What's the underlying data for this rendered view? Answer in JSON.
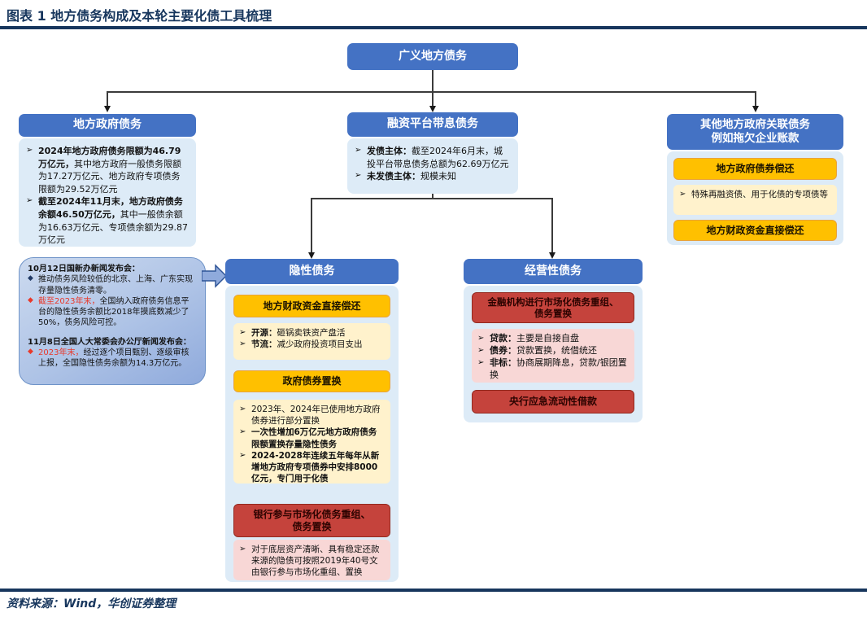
{
  "colors": {
    "navy": "#17365D",
    "header_blue": "#4472C4",
    "panel_blue": "#DDEBF7",
    "orange": "#FFC000",
    "light_yellow": "#FFF2CC",
    "red_box": "#C5433C",
    "pink": "#F8D7D6",
    "news_blue": "#8FAADC",
    "highlight_red": "#E8392B"
  },
  "figure": {
    "title": "图表 1  地方债务构成及本轮主要化债工具梳理",
    "source": "资料来源：Wind，华创证券整理"
  },
  "root": {
    "label": "广义地方债务"
  },
  "left": {
    "header": "地方政府债务",
    "bullets": [
      {
        "bold": "2024年地方政府债务限额为46.79万亿元，",
        "rest": "其中地方政府一般债务限额为17.27万亿元、地方政府专项债务限额为29.52万亿元"
      },
      {
        "bold": "截至2024年11月末，地方政府债务余额46.50万亿元，",
        "rest": "其中一般债余额为16.63万亿元、专项债余额为29.87万亿元"
      }
    ],
    "news": {
      "heading1": "10月12日国新办新闻发布会：",
      "item1": "推动债务风险较低的北京、上海、广东实现存量隐性债务清零。",
      "item2_red": "截至2023年末，",
      "item2_rest": "全国纳入政府债务信息平台的隐性债务余额比2018年摸底数减少了50%，债务风险可控。",
      "heading2": "11月8日全国人大常委会办公厅新闻发布会：",
      "item3_red": "2023年末，",
      "item3_rest": "经过逐个项目甄别、逐级审核上报，全国隐性债务余额为14.3万亿元。"
    }
  },
  "platform": {
    "header": "融资平台带息债务",
    "bullets": [
      {
        "bold": "发债主体：",
        "rest": "截至2024年6月末，城投平台带息债务总额为62.69万亿元"
      },
      {
        "bold": "未发债主体：",
        "rest": "规模未知"
      }
    ]
  },
  "hidden": {
    "header": "隐性债务",
    "box1_title": "地方财政资金直接偿还",
    "box1_bullets": [
      {
        "bold": "开源：",
        "rest": "砸锅卖铁资产盘活"
      },
      {
        "bold": "节流：",
        "rest": "减少政府投资项目支出"
      }
    ],
    "box2_title": "政府债券置换",
    "box2_bullets": [
      {
        "bold": "",
        "rest": "2023年、2024年已使用地方政府债券进行部分置换"
      },
      {
        "bold": "一次性增加6万亿元地方政府债务限额置换存量隐性债务",
        "rest": ""
      },
      {
        "bold": "2024-2028年连续五年每年从新增地方政府专项债券中安排8000亿元，专门用于化债",
        "rest": ""
      }
    ],
    "box3_title": "银行参与市场化债务重组、\n债务置换",
    "box3_bullets": [
      {
        "bold": "",
        "rest": "对于底层资产清晰、具有稳定还款来源的隐债可按照2019年40号文由银行参与市场化重组、置换"
      }
    ]
  },
  "operating": {
    "header": "经营性债务",
    "box1_title": "金融机构进行市场化债务重组、\n债务置换",
    "box1_bullets": [
      {
        "bold": "贷款：",
        "rest": "主要是自接自盘"
      },
      {
        "bold": "债券：",
        "rest": "贷款置换，统借统还"
      },
      {
        "bold": "非标：",
        "rest": "协商展期降息，贷款/银团置换"
      }
    ],
    "box2_title": "央行应急流动性借款"
  },
  "other": {
    "header": "其他地方政府关联债务\n例如拖欠企业账款",
    "box1_title": "地方政府债券偿还",
    "box1_bullets": [
      {
        "bold": "",
        "rest": "特殊再融资债、用于化债的专项债等"
      }
    ],
    "box2_title": "地方财政资金直接偿还"
  }
}
